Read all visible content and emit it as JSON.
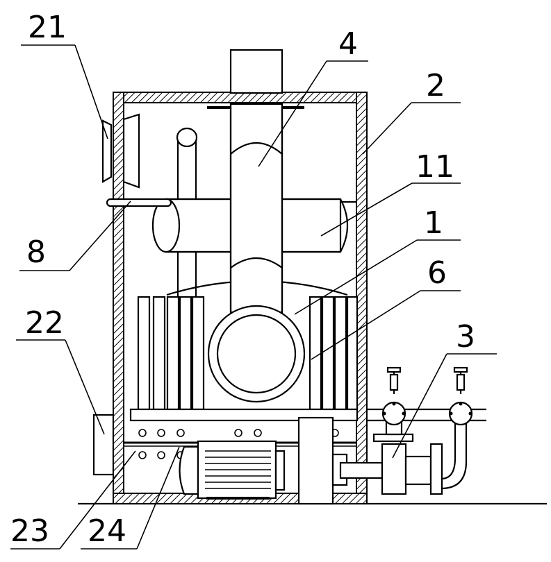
{
  "figure": {
    "type": "mechanical-schematic",
    "hatch_pattern": "diagonal",
    "callouts": [
      {
        "id": "label-21",
        "text": "21"
      },
      {
        "id": "label-4",
        "text": "4"
      },
      {
        "id": "label-2",
        "text": "2"
      },
      {
        "id": "label-11",
        "text": "11"
      },
      {
        "id": "label-1",
        "text": "1"
      },
      {
        "id": "label-8",
        "text": "8"
      },
      {
        "id": "label-6",
        "text": "6"
      },
      {
        "id": "label-22",
        "text": "22"
      },
      {
        "id": "label-3",
        "text": "3"
      },
      {
        "id": "label-23",
        "text": "23"
      },
      {
        "id": "label-24",
        "text": "24"
      }
    ]
  }
}
